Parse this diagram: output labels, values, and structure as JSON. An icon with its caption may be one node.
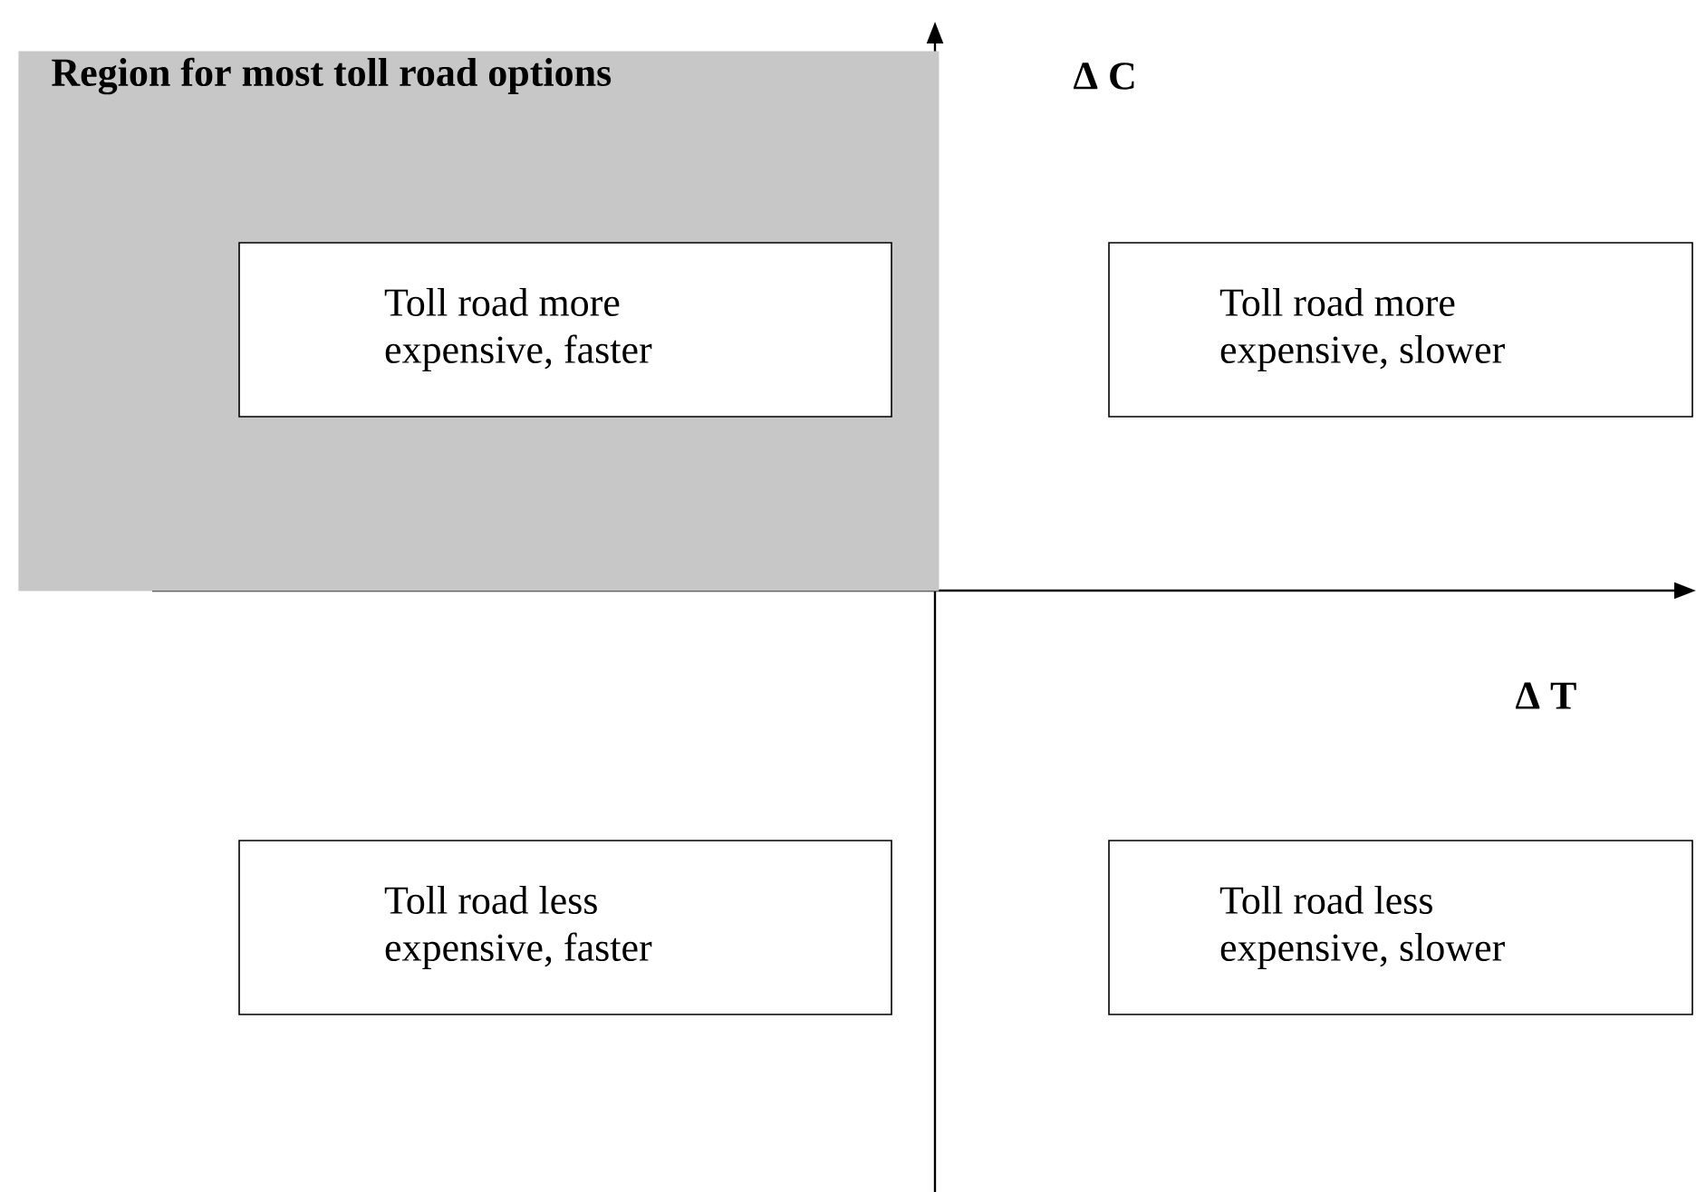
{
  "diagram": {
    "nodes": [
      {
        "text": [
          "Region for most toll road options"
        ]
      },
      {
        "text": [
          "Toll road more expensive, faster"
        ],
        "in": 0
      },
      {
        "text": [
          "Toll road more expensive, slower"
        ]
      },
      {
        "text": [
          "Toll road less expensive, faster"
        ]
      },
      {
        "text": [
          "Toll road less expensive, slower"
        ]
      }
    ],
    "labels": [
      "Δ C",
      "Δ T"
    ]
  }
}
